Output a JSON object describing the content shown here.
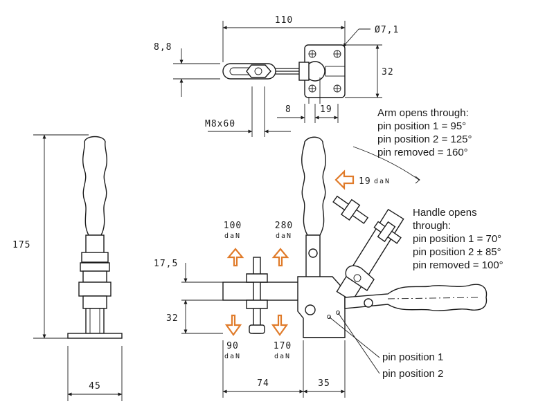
{
  "top_view": {
    "width": "110",
    "height_left": "8,8",
    "hole_dia": "Ø7,1",
    "height_right": "32",
    "bolt": "M8x60",
    "offset_a": "8",
    "offset_b": "19"
  },
  "left_view": {
    "height": "175",
    "base_width": "45"
  },
  "front_view": {
    "dim_17_5": "17,5",
    "dim_32": "32",
    "dim_74": "74",
    "dim_35": "35",
    "force_up_left": "100",
    "force_up_right": "280",
    "force_down_left": "90",
    "force_down_right": "170",
    "force_arm": "19",
    "unit": "daN"
  },
  "notes": {
    "arm_lines": [
      "Arm opens through:",
      "pin position 1 = 95°",
      "pin position 2 = 125°",
      "pin removed  = 160°"
    ],
    "handle_lines": [
      "Handle opens",
      "through:",
      "pin position 1 = 70°",
      "pin position 2 ± 85°",
      "pin removed  = 100°"
    ],
    "pin1_label": "pin position 1",
    "pin2_label": "pin position 2"
  },
  "colors": {
    "force_arrow": "#e07b2a",
    "line": "#1a1a1a"
  }
}
